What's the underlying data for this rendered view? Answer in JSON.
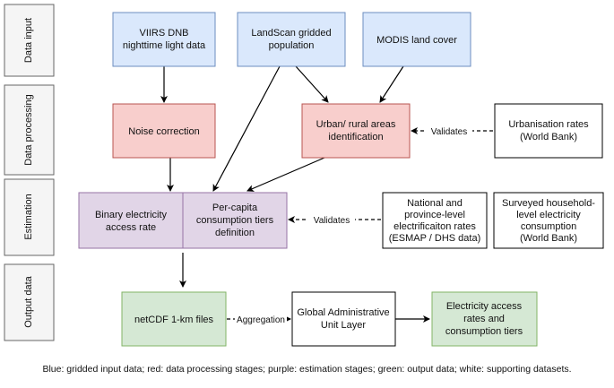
{
  "stages": {
    "data_input": "Data input",
    "data_processing": "Data processing",
    "estimation": "Estimation",
    "output_data": "Output data"
  },
  "nodes": {
    "viirs": [
      "VIIRS DNB",
      "nighttime light data"
    ],
    "landscan": [
      "LandScan gridded",
      "population"
    ],
    "modis": [
      "MODIS land cover"
    ],
    "noise": [
      "Noise correction"
    ],
    "urban_rural": [
      "Urban/ rural areas",
      "identification"
    ],
    "urbanisation_rates": [
      "Urbanisation rates",
      "(World Bank)"
    ],
    "binary_access": [
      "Binary electricity",
      "access rate"
    ],
    "per_capita": [
      "Per-capita",
      "consumption tiers",
      "definition"
    ],
    "national_rates": [
      "National and",
      "province-level",
      "electrificaiton rates",
      "(ESMAP / DHS data)"
    ],
    "surveyed": [
      "Surveyed household-",
      "level electricity",
      "consumption",
      "(World Bank)"
    ],
    "netcdf": [
      "netCDF 1-km files"
    ],
    "gadm": [
      "Global Administrative",
      "Unit Layer"
    ],
    "electricity_out": [
      "Electricity access",
      "rates and",
      "consumption tiers"
    ]
  },
  "edge_labels": {
    "validates_urban": "Validates",
    "validates_estimation": "Validates",
    "aggregation": "Aggregation"
  },
  "colors": {
    "blue_fill": "#dae8fc",
    "blue_stroke": "#6c8ebf",
    "red_fill": "#f8cecc",
    "red_stroke": "#b85450",
    "purple_fill": "#e1d5e7",
    "purple_stroke": "#9673a6",
    "green_fill": "#d5e8d4",
    "green_stroke": "#82b366",
    "white_fill": "#ffffff",
    "black_stroke": "#000000",
    "stage_fill": "#f5f5f5",
    "stage_stroke": "#666666"
  },
  "caption": "Blue: gridded input data; red: data processing stages; purple: estimation stages; green: output data; white: supporting datasets."
}
